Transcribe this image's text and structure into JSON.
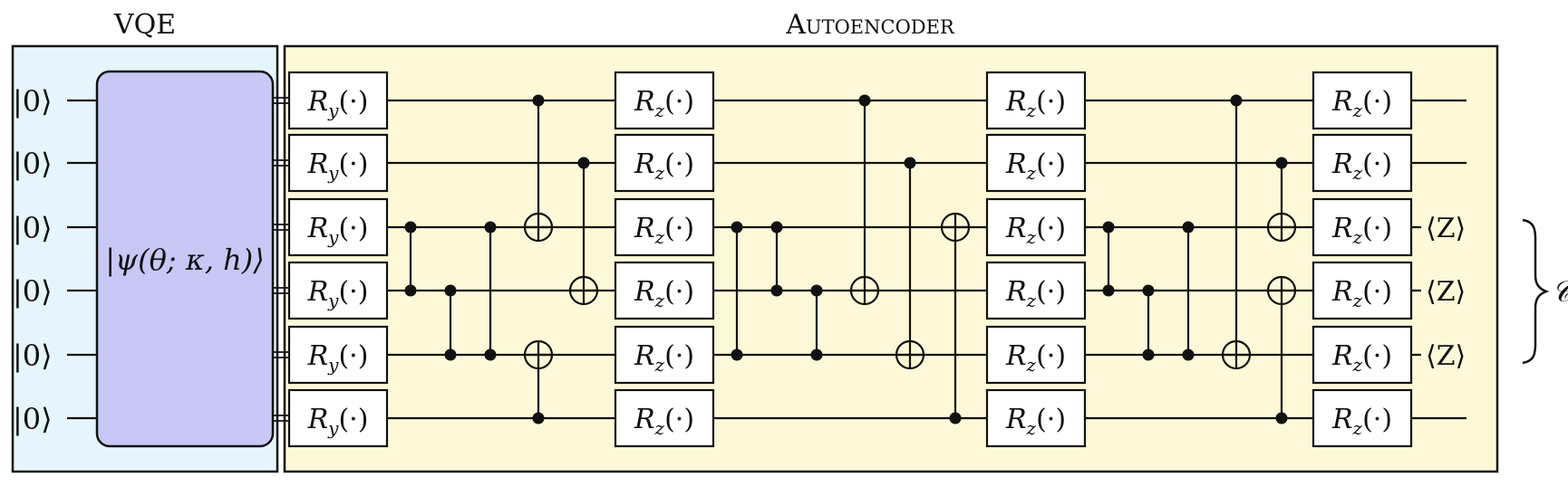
{
  "sections": {
    "vqe": {
      "title": "VQE",
      "fill": "#e6f5fc"
    },
    "autoencoder": {
      "title": "Autoencoder",
      "fill": "#fdf8d8"
    }
  },
  "state_block": {
    "label": "|ψ(θ; κ, h)⟩",
    "fill": "#c8c8f6"
  },
  "initial_state_label": "|0⟩",
  "wire_count": 6,
  "gate_labels": {
    "ry": {
      "base": "R",
      "sub": "y",
      "arg": "(·)"
    },
    "rz": {
      "base": "R",
      "sub": "z",
      "arg": "(·)"
    }
  },
  "gate_layers": [
    "ry",
    "rz",
    "rz",
    "rz"
  ],
  "entangler_groups": [
    {
      "cz": [
        [
          2,
          3
        ],
        [
          3,
          4
        ],
        [
          2,
          4
        ]
      ],
      "cnot": [
        {
          "control": 0,
          "target": 2
        },
        {
          "control": 5,
          "target": 4
        },
        {
          "control": 1,
          "target": 3
        }
      ]
    },
    {
      "cz": [
        [
          2,
          4
        ],
        [
          2,
          3
        ],
        [
          3,
          4
        ]
      ],
      "cnot": [
        {
          "control": 0,
          "target": 3
        },
        {
          "control": 1,
          "target": 4
        },
        {
          "control": 5,
          "target": 2
        }
      ]
    },
    {
      "cz": [
        [
          2,
          3
        ],
        [
          3,
          4
        ],
        [
          2,
          4
        ]
      ],
      "cnot": [
        {
          "control": 0,
          "target": 4
        },
        {
          "control": 1,
          "target": 2
        },
        {
          "control": 5,
          "target": 3
        }
      ]
    }
  ],
  "measurement": {
    "wires": [
      2,
      3,
      4
    ],
    "label": "⟨Z⟩"
  },
  "cost_label": "𝒞"
}
